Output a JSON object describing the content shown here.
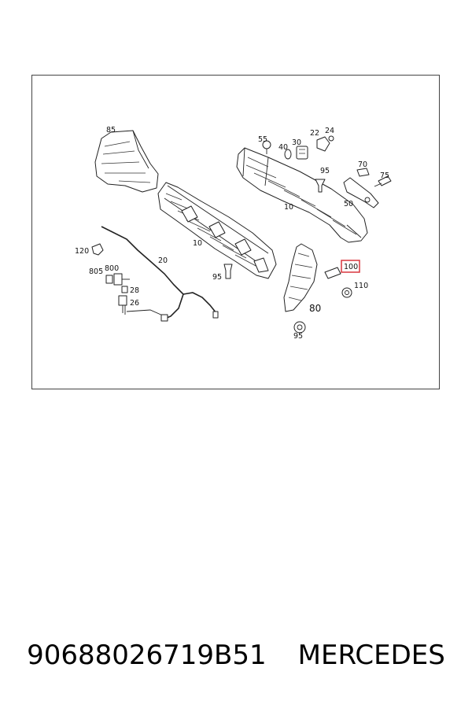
{
  "callouts": {
    "c85": "85",
    "c55": "55",
    "c40": "40",
    "c30": "30",
    "c22": "22",
    "c24": "24",
    "c95_top": "95",
    "c70": "70",
    "c75": "75",
    "c50": "50",
    "c10_right": "10",
    "c10_left": "10",
    "c120": "120",
    "c20": "20",
    "c805": "805",
    "c800": "800",
    "c28": "28",
    "c26": "26",
    "c95_mid": "95",
    "c100": "100",
    "c110": "110",
    "c80": "80",
    "c95_bottom": "95"
  },
  "highlight_color": "#d9363e",
  "caption": {
    "part_number": "90688026719B51",
    "brand": "MERCEDES"
  }
}
